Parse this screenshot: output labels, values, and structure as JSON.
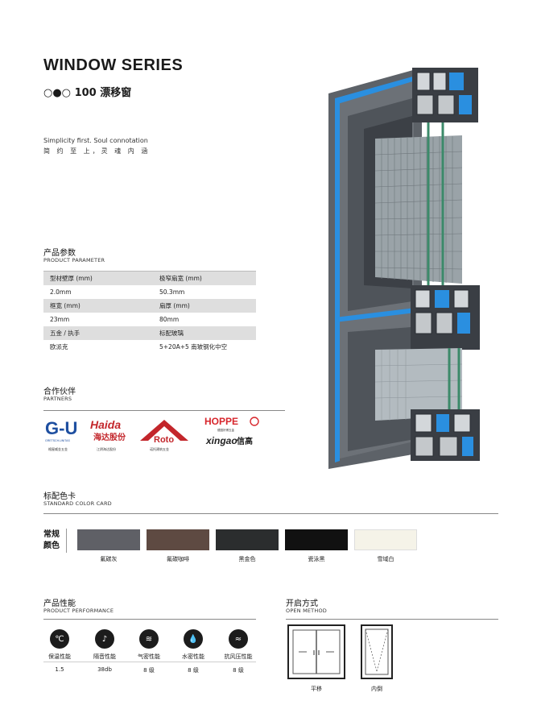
{
  "header": {
    "title": "WINDOW SERIES",
    "series_mark": "○●○",
    "series_name": "100 漂移窗",
    "tagline_en": "Simplicity first. Soul connotation",
    "tagline_cn": "简 约 至 上，灵 魂 内 涵"
  },
  "product_parameter": {
    "title_cn": "产品参数",
    "title_en": "PRODUCT PARAMETER",
    "rows": [
      {
        "type": "label",
        "c1": "型材壁厚 (mm)",
        "c2": "极窄扇宽 (mm)"
      },
      {
        "type": "value",
        "c1": "2.0mm",
        "c2": "50.3mm"
      },
      {
        "type": "label",
        "c1": "框宽 (mm)",
        "c2": "扇厚 (mm)"
      },
      {
        "type": "value",
        "c1": "23mm",
        "c2": "80mm"
      },
      {
        "type": "label",
        "c1": "五金 / 执手",
        "c2": "标配玻璃"
      },
      {
        "type": "value",
        "c1": "欧派克",
        "c2": "5+20A+5 南玻钢化中空"
      }
    ]
  },
  "partners": {
    "title_cn": "合作伙伴",
    "title_en": "PARTNERS",
    "logos": [
      {
        "name": "G-U",
        "caption_small": "GRETSCH-UNITAS",
        "caption": "格屋威金五金"
      },
      {
        "name": "Haida",
        "brand_cn": "海达股份",
        "caption": "江阴海达股份"
      },
      {
        "name": "Roto",
        "caption": "诺托建筑五金"
      },
      {
        "name": "HOPPE",
        "caption_small": "德国好博五金",
        "sub_brand": "xingao",
        "sub_brand_cn": "信高"
      }
    ]
  },
  "color_card": {
    "title_cn": "标配色卡",
    "title_en": "STANDARD COLOR CARD",
    "row_label_1": "常规",
    "row_label_2": "颜色",
    "swatches": [
      {
        "name": "氟碳灰",
        "color": "#5f6066"
      },
      {
        "name": "氟碳咖啡",
        "color": "#5e4a42"
      },
      {
        "name": "黑金色",
        "color": "#2b2d2e"
      },
      {
        "name": "瓷泳黑",
        "color": "#111111"
      },
      {
        "name": "雪域白",
        "color": "#f5f3e8"
      }
    ]
  },
  "performance": {
    "title_cn": "产品性能",
    "title_en": "PRODUCT PERFORMANCE",
    "items": [
      {
        "icon": "thermometer-icon",
        "glyph": "℃",
        "name": "保温性能",
        "value": "1.5"
      },
      {
        "icon": "ear-icon",
        "glyph": "♪",
        "name": "隔音性能",
        "value": "38db"
      },
      {
        "icon": "air-icon",
        "glyph": "≋",
        "name": "气密性能",
        "value": "8 级"
      },
      {
        "icon": "water-drop-icon",
        "glyph": "💧",
        "name": "水密性能",
        "value": "8 级"
      },
      {
        "icon": "wind-icon",
        "glyph": "≈",
        "name": "抗风压性能",
        "value": "8 级"
      }
    ]
  },
  "open_method": {
    "title_cn": "开启方式",
    "title_en": "OPEN METHOD",
    "methods": [
      {
        "name": "平移"
      },
      {
        "name": "内倒"
      }
    ]
  },
  "accent_colors": {
    "blue": "#2a8fe0",
    "frame_dark": "#4a4f55",
    "frame_mid": "#6b7076",
    "glass_green": "#3c8a6a"
  }
}
